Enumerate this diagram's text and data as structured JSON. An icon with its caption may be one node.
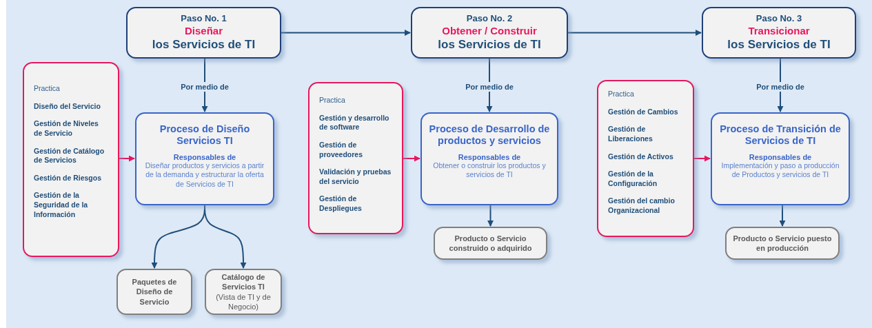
{
  "diagram": {
    "nodes": [
      {
        "text": [
          "Paso No. 1",
          "Diseñar",
          "los Servicios de TI"
        ]
      },
      {
        "text": [
          "Paso No. 2",
          "Obtener / Construir",
          "los Servicios de TI"
        ]
      },
      {
        "text": [
          "Paso No. 3",
          "Transicionar",
          "los Servicios de TI"
        ]
      },
      {
        "text": [
          "Practica",
          "Diseño del Servicio",
          "Gestión de Niveles de Servicio",
          "Gestión de Catálogo de Servicios",
          "Gestión de Riesgos",
          "Gestión de la Seguridad  de la Información"
        ]
      },
      {
        "text": [
          "Proceso de Diseño Servicios TI",
          "Responsables de",
          "Diseñar productos y servicios a partir de la demanda y estructurar la oferta de Servicios de TI"
        ]
      },
      {
        "text": [
          "Practica",
          "Gestión y desarrollo de software",
          "Gestión de proveedores",
          "Validación y pruebas del servicio",
          "Gestión de Despliegues"
        ]
      },
      {
        "text": [
          "Proceso de Desarrollo de productos y servicios",
          "Responsables de",
          "Obtener o construir los productos y servicios de TI"
        ]
      },
      {
        "text": [
          "Practica",
          "Gestión de Cambios",
          "Gestión de Liberaciones",
          "Gestión de Activos",
          "Gestión de la Configuración",
          "Gestión del cambio Organizacional"
        ]
      },
      {
        "text": [
          "Proceso de Transición de Servicios de TI",
          "Responsables de",
          "Implementación y paso a producción de Productos y servicios de TI"
        ]
      },
      {
        "text": [
          "Producto o Servicio construido o adquirido"
        ]
      },
      {
        "text": [
          "Producto o Servicio puesto en producción"
        ]
      },
      {
        "text": [
          "Paquetes de Diseño de Servicio"
        ]
      },
      {
        "text": [
          "Catálogo de Servicios TI",
          "(Vista de TI y de Negocio)"
        ]
      }
    ],
    "edges": [
      {
        "from": 0,
        "to": 1,
        "arrow": "to"
      },
      {
        "from": 1,
        "to": 2,
        "arrow": "to"
      },
      {
        "from": 0,
        "to": 4,
        "arrow": "to",
        "label": "Por medio de"
      },
      {
        "from": 1,
        "to": 6,
        "arrow": "to",
        "label": "Por medio de"
      },
      {
        "from": 2,
        "to": 8,
        "arrow": "to",
        "label": "Por medio de"
      },
      {
        "from": 3,
        "to": 4,
        "arrow": "to",
        "color": "#e8175d"
      },
      {
        "from": 5,
        "to": 6,
        "arrow": "to",
        "color": "#e8175d"
      },
      {
        "from": 7,
        "to": 8,
        "arrow": "to",
        "color": "#e8175d"
      },
      {
        "from": 4,
        "to": 11,
        "arrow": "to"
      },
      {
        "from": 4,
        "to": 12,
        "arrow": "to"
      },
      {
        "from": 6,
        "to": 9,
        "arrow": "to"
      },
      {
        "from": 8,
        "to": 10,
        "arrow": "to"
      }
    ]
  }
}
